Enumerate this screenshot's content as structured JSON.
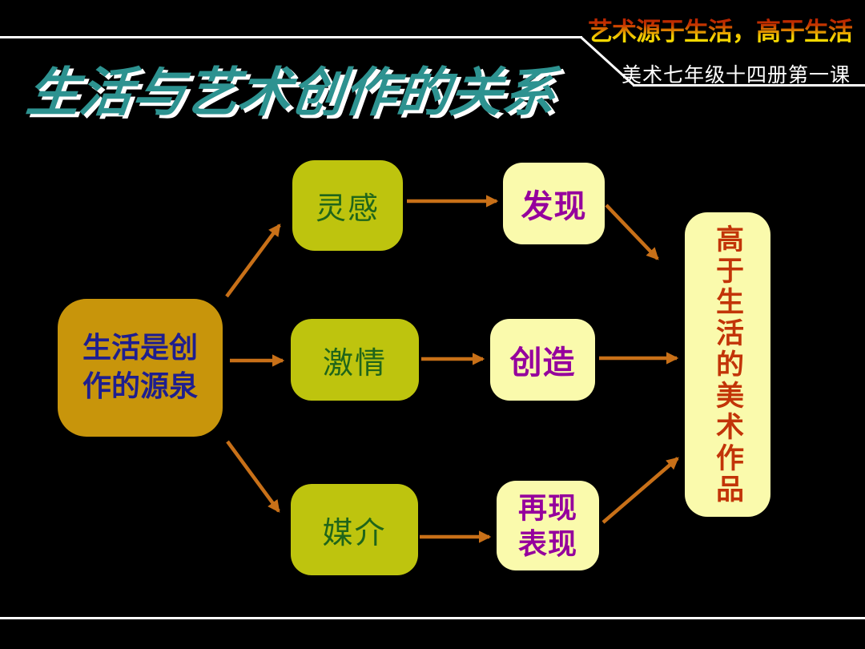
{
  "header": {
    "slogan": "艺术源于生活，高于生活",
    "course": "美术七年级十四册第一课"
  },
  "title": "生活与艺术创作的关系",
  "diagram": {
    "source": {
      "line1": "生活是创",
      "line2": "作的源泉"
    },
    "middle": {
      "inspiration": "灵感",
      "passion": "激情",
      "medium": "媒介"
    },
    "outcome": {
      "discovery": "发现",
      "creation": "创造",
      "representation_line1": "再现",
      "representation_line2": "表现"
    },
    "result": "高于生活的美术作品"
  },
  "colors": {
    "background": "#000000",
    "title_teal": "#2D9290",
    "slogan_gradient_top": "#C41200",
    "slogan_gradient_bottom": "#FFEE00",
    "course_text": "#FFFFFF",
    "source_box": "#C8950B",
    "source_text": "#1E1E8F",
    "middle_box": "#BEC40E",
    "middle_text": "#1F651A",
    "outcome_box": "#FAFAAC",
    "outcome_text": "#95009D",
    "result_text": "#C23408",
    "arrow": "#C87018",
    "divider_lines": "#FFFFFF"
  }
}
